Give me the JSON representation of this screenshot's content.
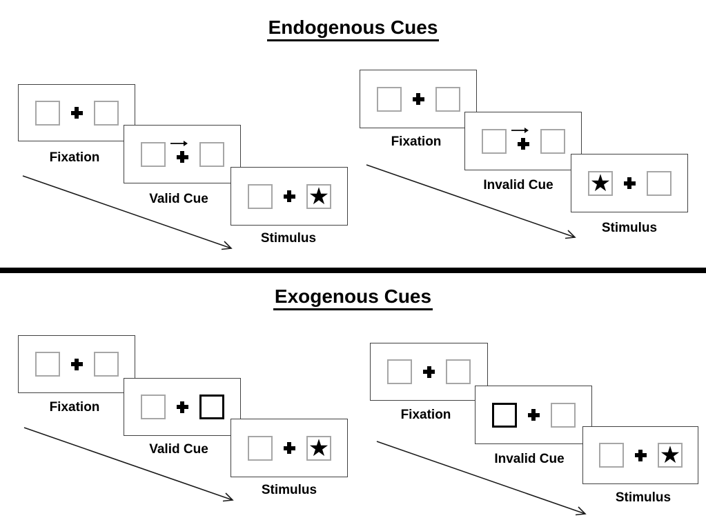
{
  "page": {
    "background": "#ffffff"
  },
  "sections": {
    "endogenous": {
      "title": "Endogenous Cues",
      "valid_trial": {
        "fixation_label": "Fixation",
        "cue_label": "Valid Cue",
        "stimulus_label": "Stimulus",
        "cue_type": "central arrow pointing right",
        "stimulus_side": "right"
      },
      "invalid_trial": {
        "fixation_label": "Fixation",
        "cue_label": "Invalid Cue",
        "stimulus_label": "Stimulus",
        "cue_type": "central arrow pointing right",
        "stimulus_side": "left"
      }
    },
    "exogenous": {
      "title": "Exogenous Cues",
      "valid_trial": {
        "fixation_label": "Fixation",
        "cue_label": "Valid Cue",
        "stimulus_label": "Stimulus",
        "cue_type": "right box highlighted bold",
        "stimulus_side": "right"
      },
      "invalid_trial": {
        "fixation_label": "Fixation",
        "cue_label": "Invalid Cue",
        "stimulus_label": "Stimulus",
        "cue_type": "left box highlighted bold",
        "stimulus_side": "right"
      }
    }
  },
  "icons": {
    "fixation_cross": "heavy-plus-cross",
    "cue_arrow": "small-right-arrow",
    "stimulus_star": "black-five-point-star",
    "timeline_arrow": "diagonal-time-arrow"
  },
  "colors": {
    "ink": "#000000",
    "screen_border": "#404040",
    "box_border": "#a6a6a6",
    "cue_box_border": "#000000",
    "background": "#ffffff"
  }
}
